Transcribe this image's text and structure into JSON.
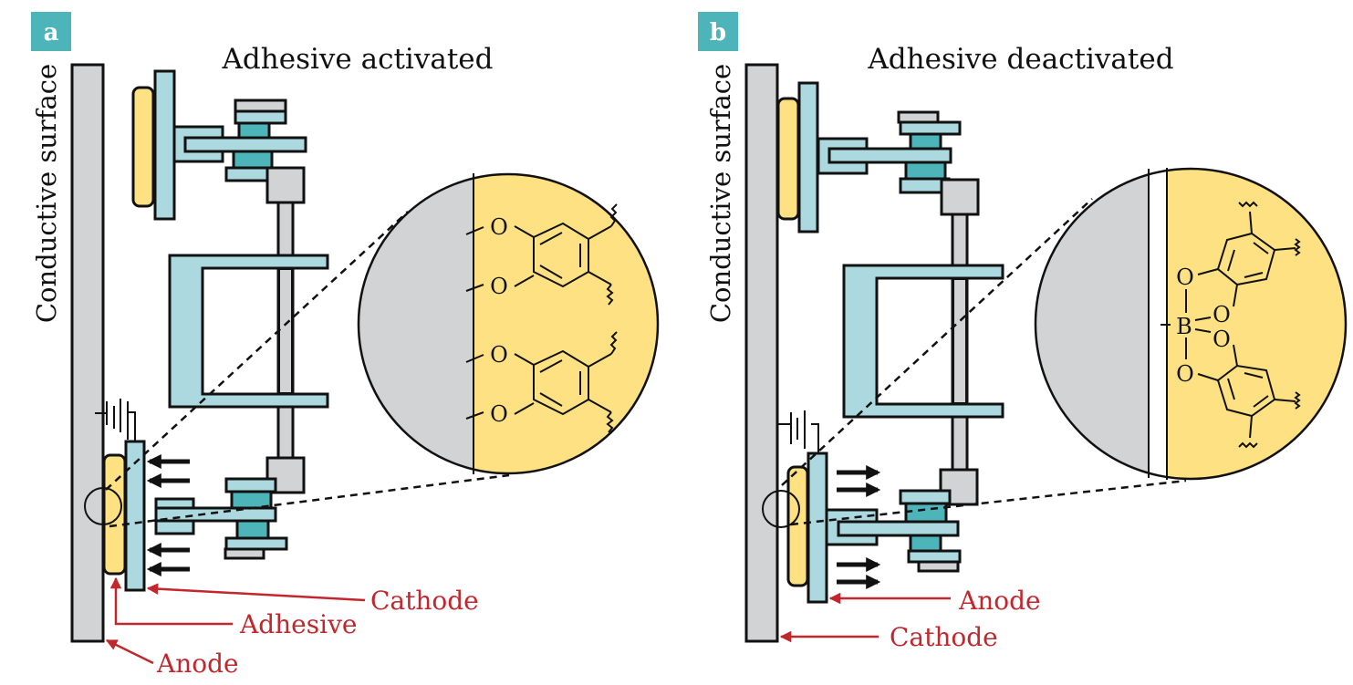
{
  "colors": {
    "surface_gray": "#d2d3d5",
    "clamp_blue": "#acd9df",
    "clamp_teal": "#4db5b9",
    "adhesive_yellow": "#fde182",
    "label_red": "#c1272d",
    "tag_teal": "#4db5b9",
    "outline": "#111111"
  },
  "panels": [
    {
      "tag": "a",
      "title": "Adhesive activated",
      "side_label": "Conductive surface",
      "arrow_direction": "left",
      "labels": [
        {
          "id": "cathode",
          "text": "Cathode"
        },
        {
          "id": "adhesive",
          "text": "Adhesive"
        },
        {
          "id": "anode",
          "text": "Anode"
        }
      ],
      "inset": {
        "state": "bound",
        "atoms": [
          "O",
          "O",
          "O",
          "O"
        ]
      }
    },
    {
      "tag": "b",
      "title": "Adhesive deactivated",
      "side_label": "Conductive surface",
      "arrow_direction": "right",
      "labels": [
        {
          "id": "anode",
          "text": "Anode"
        },
        {
          "id": "cathode",
          "text": "Cathode"
        }
      ],
      "inset": {
        "state": "boronate-complex",
        "atoms": [
          "O",
          "B",
          "O",
          "O",
          "O"
        ]
      }
    }
  ]
}
